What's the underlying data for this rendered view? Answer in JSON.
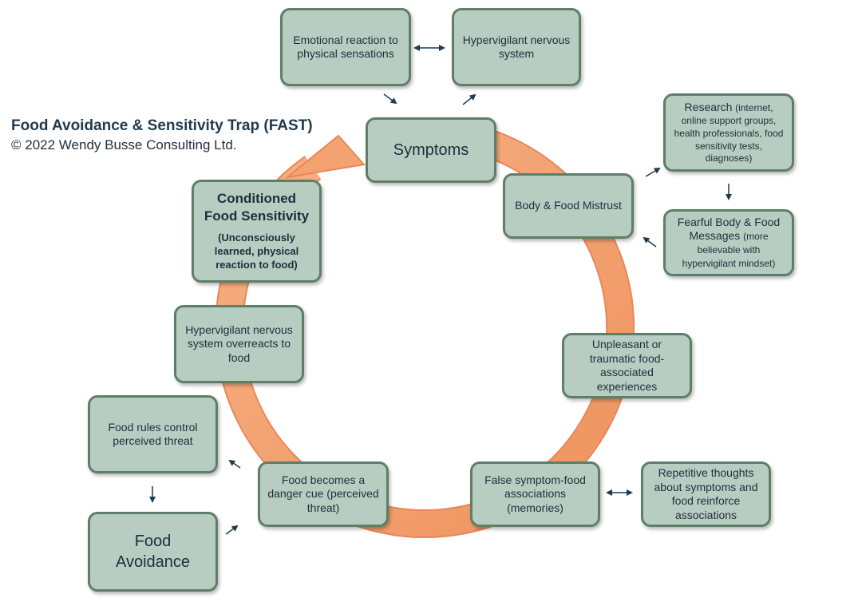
{
  "title": {
    "main": "Food Avoidance & Sensitivity Trap (FAST)",
    "copyright": "© 2022 Wendy Busse Consulting Ltd."
  },
  "nodes": {
    "emotional_reaction": "Emotional reaction to physical sensations",
    "hypervigilant_system": "Hypervigilant nervous system",
    "symptoms": "Symptoms",
    "research_lead": "Research",
    "research_detail": "(internet, online support groups, health professionals, food sensitivity tests, diagnoses)",
    "body_food_mistrust": "Body & Food Mistrust",
    "fearful_lead": "Fearful Body & Food Messages",
    "fearful_detail": "(more believable with hypervigilant mindset)",
    "unpleasant_experiences": "Unpleasant or traumatic food-associated experiences",
    "false_associations": "False symptom-food associations (memories)",
    "repetitive_thoughts": "Repetitive thoughts about symptoms and food reinforce associations",
    "danger_cue": "Food becomes a danger cue (perceived threat)",
    "food_rules": "Food rules control perceived threat",
    "food_avoidance": "Food Avoidance",
    "overreacts": "Hypervigilant nervous system overreacts to food",
    "conditioned_title": "Conditioned Food Sensitivity",
    "conditioned_sub": "(Unconsciously learned, physical reaction to food)"
  },
  "colors": {
    "box_fill": "#b8cdc2",
    "box_border": "#5f7e68",
    "loop_fill": "#f4a270",
    "loop_edge": "#e8875a",
    "connector": "#1f3a4e"
  }
}
